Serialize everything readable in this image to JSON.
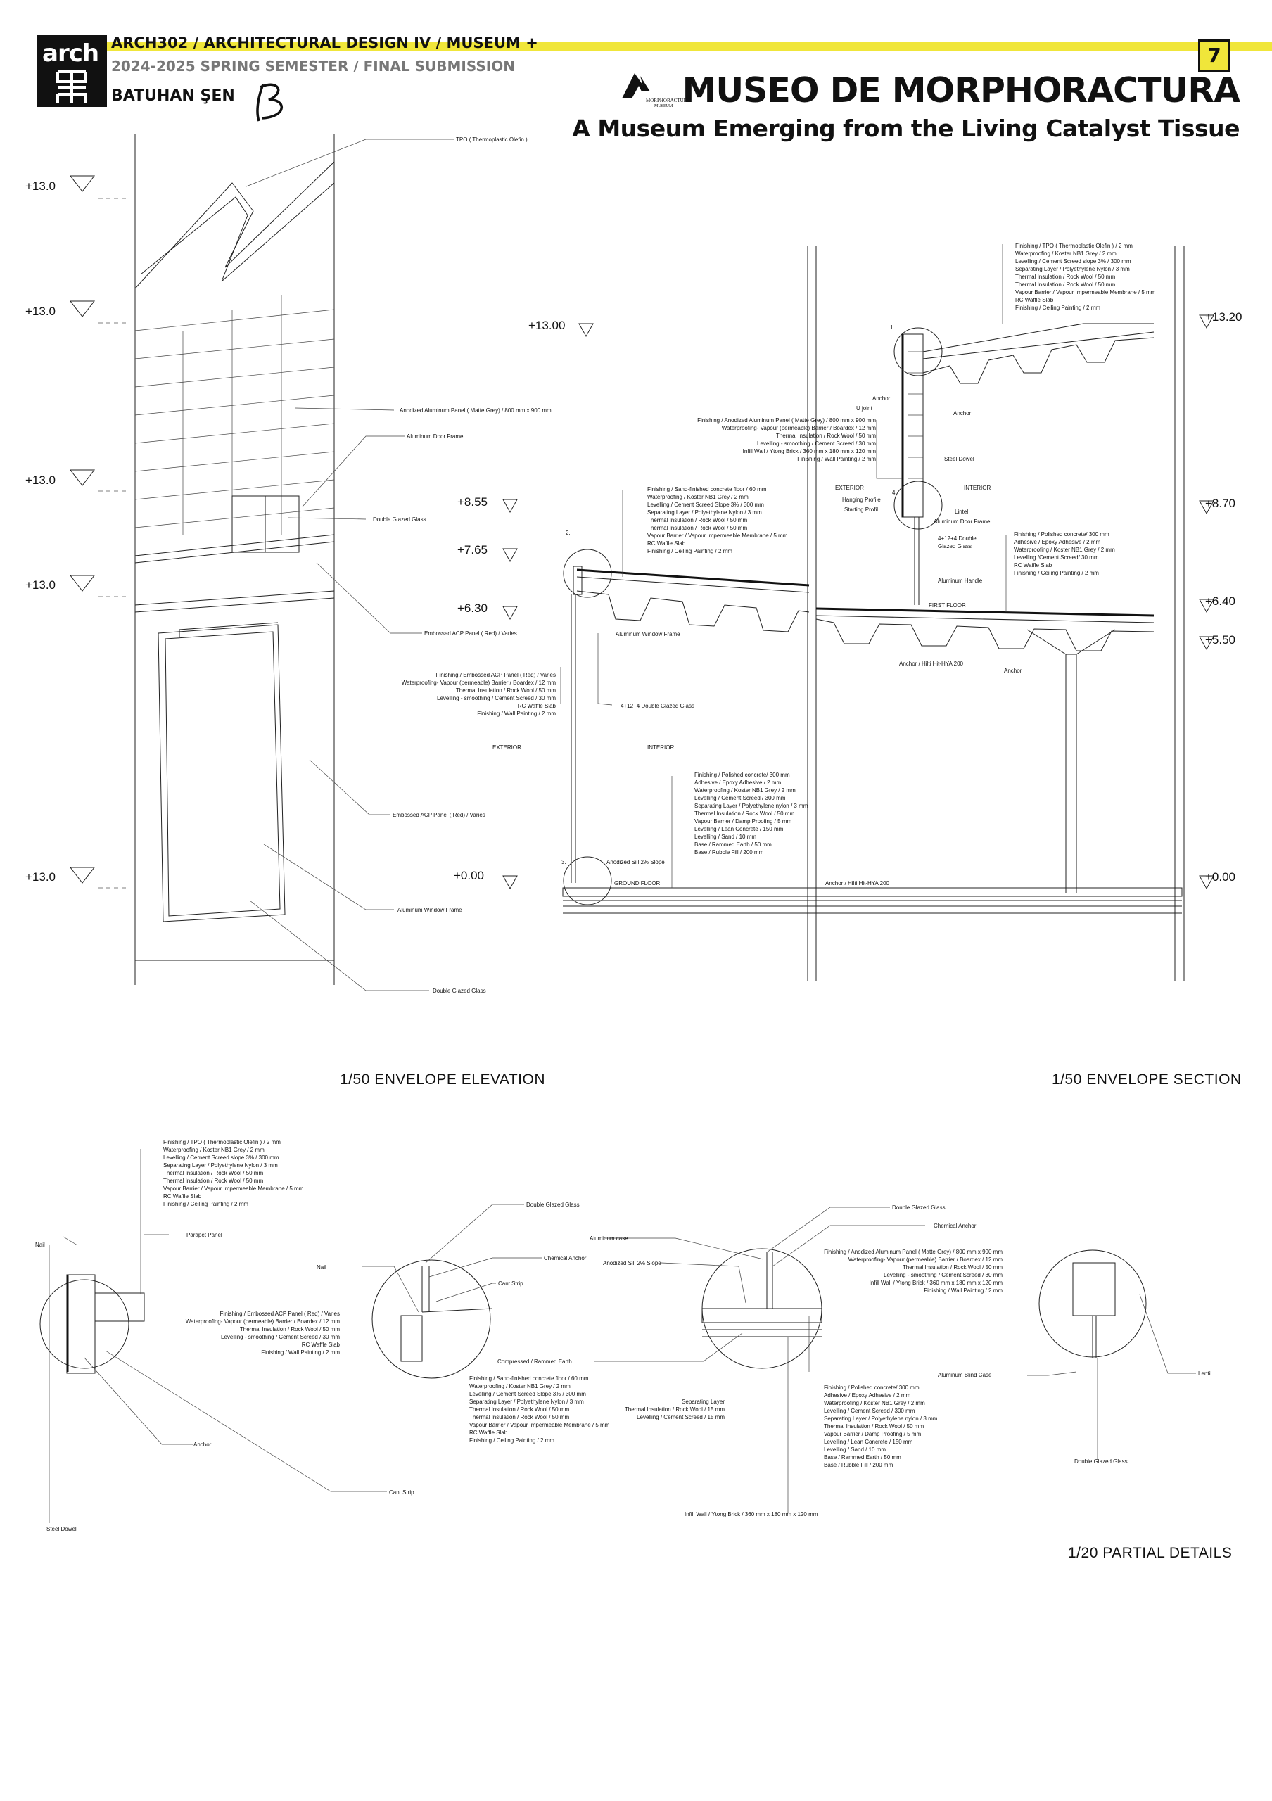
{
  "header": {
    "course": "ARCH302 / ARCHITECTURAL DESIGN IV / MUSEUM +",
    "semester": "2024-2025 SPRING SEMESTER / FINAL SUBMISSION",
    "author": "BATUHAN ŞEN",
    "logo_text": "arch",
    "page_number": "7",
    "brand_line1": "MORPHORACTURA",
    "brand_line2": "MUSEUM",
    "title": "MUSEO DE MORPHORACTURA",
    "subtitle": "A Museum Emerging from the Living Catalyst Tissue",
    "accent_color": "#f0e63a"
  },
  "elevation": {
    "levels": [
      "+13.0",
      "+13.0",
      "+13.0",
      "+13.0",
      "+13.0"
    ],
    "notes": {
      "tpo": "TPO ( Thermoplastic Olefin )",
      "panel": "Anodized Aluminum Panel ( Matte Grey) / 800 mm x 900 mm",
      "door": "Aluminum Door Frame",
      "glass1": "Double Glazed Glass",
      "acp1": "Embossed ACP Panel ( Red) / Varies",
      "acp2": "Embossed ACP Panel ( Red) / Varies",
      "window": "Aluminum Window Frame",
      "glass2": "Double Glazed Glass"
    },
    "caption": "1/50  ENVELOPE ELEVATION"
  },
  "section": {
    "levels": {
      "l1300": "+13.00",
      "l855": "+8.55",
      "l765": "+7.65",
      "l630": "+6.30",
      "l000": "+0.00",
      "r1320": "+13.20",
      "r870": "+8.70",
      "r640": "+6.40",
      "r550": "+5.50",
      "r000": "+0.00"
    },
    "roof_layers": [
      "Finishing / TPO ( Thermoplastic Olefin ) / 2 mm",
      "Waterproofing / Koster NB1 Grey / 2 mm",
      "Levelling / Cement Screed slope  3%  / 300 mm",
      "Separating Layer / Polyethylene Nylon / 3 mm",
      "Thermal Insulation / Rock Wool / 50 mm",
      "Thermal Insulation / Rock Wool / 50 mm",
      "Vapour Barrier / Vapour Impermeable Membrane / 5 mm",
      "RC Waffle Slab",
      "Finishing /  Ceiling Painting / 2 mm"
    ],
    "wall_layers": [
      "Finishing / Anodized Aluminum Panel ( Matte Grey) / 800 mm x 900 mm",
      "Waterproofing- Vapour (permeable) Barrier / Boardex / 12 mm",
      "Thermal Insulation / Rock Wool / 50 mm",
      "Levelling - smoothing / Cement Screed / 30 mm",
      "Infill Wall / Ytong Brick / 360 mm x 180 mm x 120 mm",
      "Finishing / Wall Painting / 2 mm"
    ],
    "floor1_layers": [
      "Finishing / Sand-finished concrete floor / 60 mm",
      "Waterproofing / Koster NB1 Grey / 2 mm",
      "Levelling / Cement Screed Slope 3% / 300 mm",
      "Separating Layer / Polyethylene Nylon / 3 mm",
      "Thermal Insulation / Rock Wool / 50 mm",
      "Thermal Insulation / Rock Wool / 50 mm",
      "Vapour Barrier / Vapour Impermeable Membrane / 5 mm",
      "RC Waffle Slab",
      "Finishing /  Ceiling Painting / 2 mm"
    ],
    "acp_layers": [
      "Finishing / Embossed ACP Panel ( Red) / Varies",
      "Waterproofing- Vapour (permeable) Barrier / Boardex / 12 mm",
      "Thermal Insulation / Rock Wool / 50 mm",
      "Levelling - smoothing / Cement Screed / 30 mm",
      "RC Waffle Slab",
      "Finishing / Wall Painting / 2 mm"
    ],
    "right_floor_layers": [
      "Finishing / Polished concrete/ 300 mm",
      "Adhesive / Epoxy Adhesive / 2 mm",
      "Waterproofing / Koster NB1 Grey / 2 mm",
      "Levelling /Cement Screed/ 30 mm",
      "RC Waffle Slab",
      "Finishing /  Ceiling Painting / 2 mm"
    ],
    "ground_layers": [
      "Finishing / Polished concrete/ 300 mm",
      "Adhesive / Epoxy Adhesive / 2 mm",
      "Waterproofing / Koster NB1 Grey / 2 mm",
      "Levelling / Cement Screed / 300 mm",
      "Separating Layer / Polyethylene nylon / 3 mm",
      "Thermal Insulation / Rock Wool / 50 mm",
      "Vapour Barrier / Damp Proofing / 5 mm",
      "Levelling / Lean Concrete / 150 mm",
      "Levelling / Sand / 10 mm",
      "Base / Rammed Earth / 50 mm",
      "Base / Rubble Fill / 200 mm"
    ],
    "labels": {
      "anchor1": "Anchor",
      "ujoint": "U joint",
      "anchor2": "Anchor",
      "steel_dowel": "Steel Dowel",
      "exterior_top": "EXTERIOR",
      "interior_top": "INTERIOR",
      "hanging": "Hanging Profile",
      "starting": "Starting Profil",
      "lintel": "Lintel",
      "door_frame": "Aluminum Door Frame",
      "glass_4124": "4+12+4 Double Glazed Glass",
      "handle": "Aluminum Handle",
      "first_floor": "FIRST FLOOR",
      "alu_window": "Aluminum Window Frame",
      "dg_glass": "4+12+4 Double Glazed Glass",
      "exterior": "EXTERIOR",
      "interior": "INTERIOR",
      "anchor_hilti": "Anchor / Hilti Hit-HYA  200",
      "anchor3": "Anchor",
      "sill": "Anodized Sill 2% Slope",
      "ground_floor": "GROUND FLOOR",
      "anchor_hilti2": "Anchor / Hilti Hit-HYA  200",
      "d1": "1.",
      "d2": "2.",
      "d3": "3.",
      "d4": "4."
    },
    "caption": "1/50  ENVELOPE SECTION"
  },
  "details": {
    "roof_layers": [
      "Finishing / TPO ( Thermoplastic Olefin ) / 2 mm",
      "Waterproofing / Koster NB1 Grey / 2 mm",
      "Levelling / Cement Screed slope  3%  / 300 mm",
      "Separating Layer / Polyethylene Nylon / 3 mm",
      "Thermal Insulation / Rock Wool / 50 mm",
      "Thermal Insulation / Rock Wool / 50 mm",
      "Vapour Barrier / Vapour Impermeable Membrane / 5 mm",
      "RC Waffle Slab",
      "Finishing /  Ceiling Painting / 2 mm"
    ],
    "acp_layers": [
      "Finishing / Embossed ACP Panel ( Red) / Varies",
      "Waterproofing- Vapour (permeable) Barrier / Boardex / 12 mm",
      "Thermal Insulation / Rock Wool / 50 mm",
      "Levelling - smoothing / Cement Screed / 30 mm",
      "RC Waffle Slab",
      "Finishing / Wall Painting / 2 mm"
    ],
    "floor_layers": [
      "Finishing / Sand-finished concrete floor / 60 mm",
      "Waterproofing / Koster NB1 Grey / 2 mm",
      "Levelling / Cement Screed Slope 3% / 300 mm",
      "Separating Layer / Polyethylene Nylon / 3 mm",
      "Thermal Insulation / Rock Wool / 50 mm",
      "Thermal Insulation / Rock Wool / 50 mm",
      "Vapour Barrier / Vapour Impermeable Membrane / 5 mm",
      "RC Waffle Slab",
      "Finishing /  Ceiling Painting / 2 mm"
    ],
    "sep_layers": [
      "Separating Layer",
      "Thermal Insulation / Rock Wool / 15 mm",
      "Levelling / Cement Screed / 15 mm"
    ],
    "ground_layers": [
      "Finishing / Polished concrete/ 300 mm",
      "Adhesive / Epoxy Adhesive / 2 mm",
      "Waterproofing / Koster NB1 Grey / 2 mm",
      "Levelling / Cement Screed / 300 mm",
      "Separating Layer / Polyethylene nylon / 3 mm",
      "Thermal Insulation / Rock Wool / 50 mm",
      "Vapour Barrier / Damp Proofing / 5 mm",
      "Levelling / Lean Concrete / 150 mm",
      "Levelling / Sand / 10 mm",
      "Base / Rammed Earth / 50 mm",
      "Base / Rubble Fill / 200 mm"
    ],
    "wall_layers": [
      "Finishing / Anodized Aluminum Panel ( Matte Grey) / 800 mm x 900 mm",
      "Waterproofing- Vapour (permeable) Barrier / Boardex / 12 mm",
      "Thermal Insulation / Rock Wool / 50 mm",
      "Levelling - smoothing / Cement Screed / 30 mm",
      "Infill Wall / Ytong Brick / 360 mm x 180 mm x 120 mm",
      "Finishing / Wall Painting / 2 mm"
    ],
    "labels": {
      "nail1": "Nail",
      "parapet": "Parapet Panel",
      "anchor": "Anchor",
      "cant1": "Cant Strip",
      "steel_dowel": "Steel Dowel",
      "nail2": "Nail",
      "dg1": "Double Glazed Glass",
      "chem1": "Chemical Anchor",
      "cant2": "Cant Strip",
      "compressed": "Compressed / Rammed Earth",
      "alu_case": "Aluminum case",
      "sill": "Anodized Sill 2% Slope",
      "dg2": "Double Glazed Glass",
      "chem2": "Chemical Anchor",
      "infill": "Infill Wall / Ytong Brick / 360 mm x 180 mm x 120 mm",
      "blind": "Aluminum Blind Case",
      "lentil": "Lentil",
      "dg3": "Double Glazed Glass"
    },
    "caption": "1/20  PARTIAL DETAILS"
  }
}
